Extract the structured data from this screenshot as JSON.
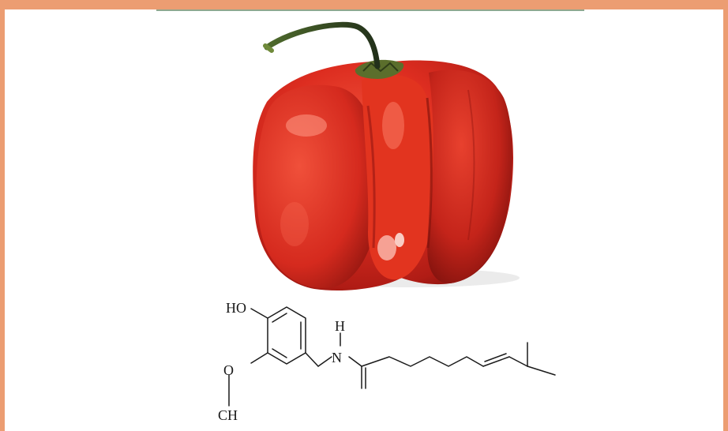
{
  "figure": {
    "photo_subject": "red-pepper",
    "colors": {
      "frame": "#ec9d72",
      "pepper_red": "#d8291f",
      "pepper_dark": "#8e1410",
      "stem_dark": "#1c2a14",
      "stem_green": "#4d6a2a",
      "ink": "#1a1a1a"
    }
  },
  "structure": {
    "labels": {
      "hydroxyl": "HO",
      "hydrogen": "H",
      "nitrogen": "N",
      "oxygen": "O",
      "methyl": "CH"
    }
  }
}
